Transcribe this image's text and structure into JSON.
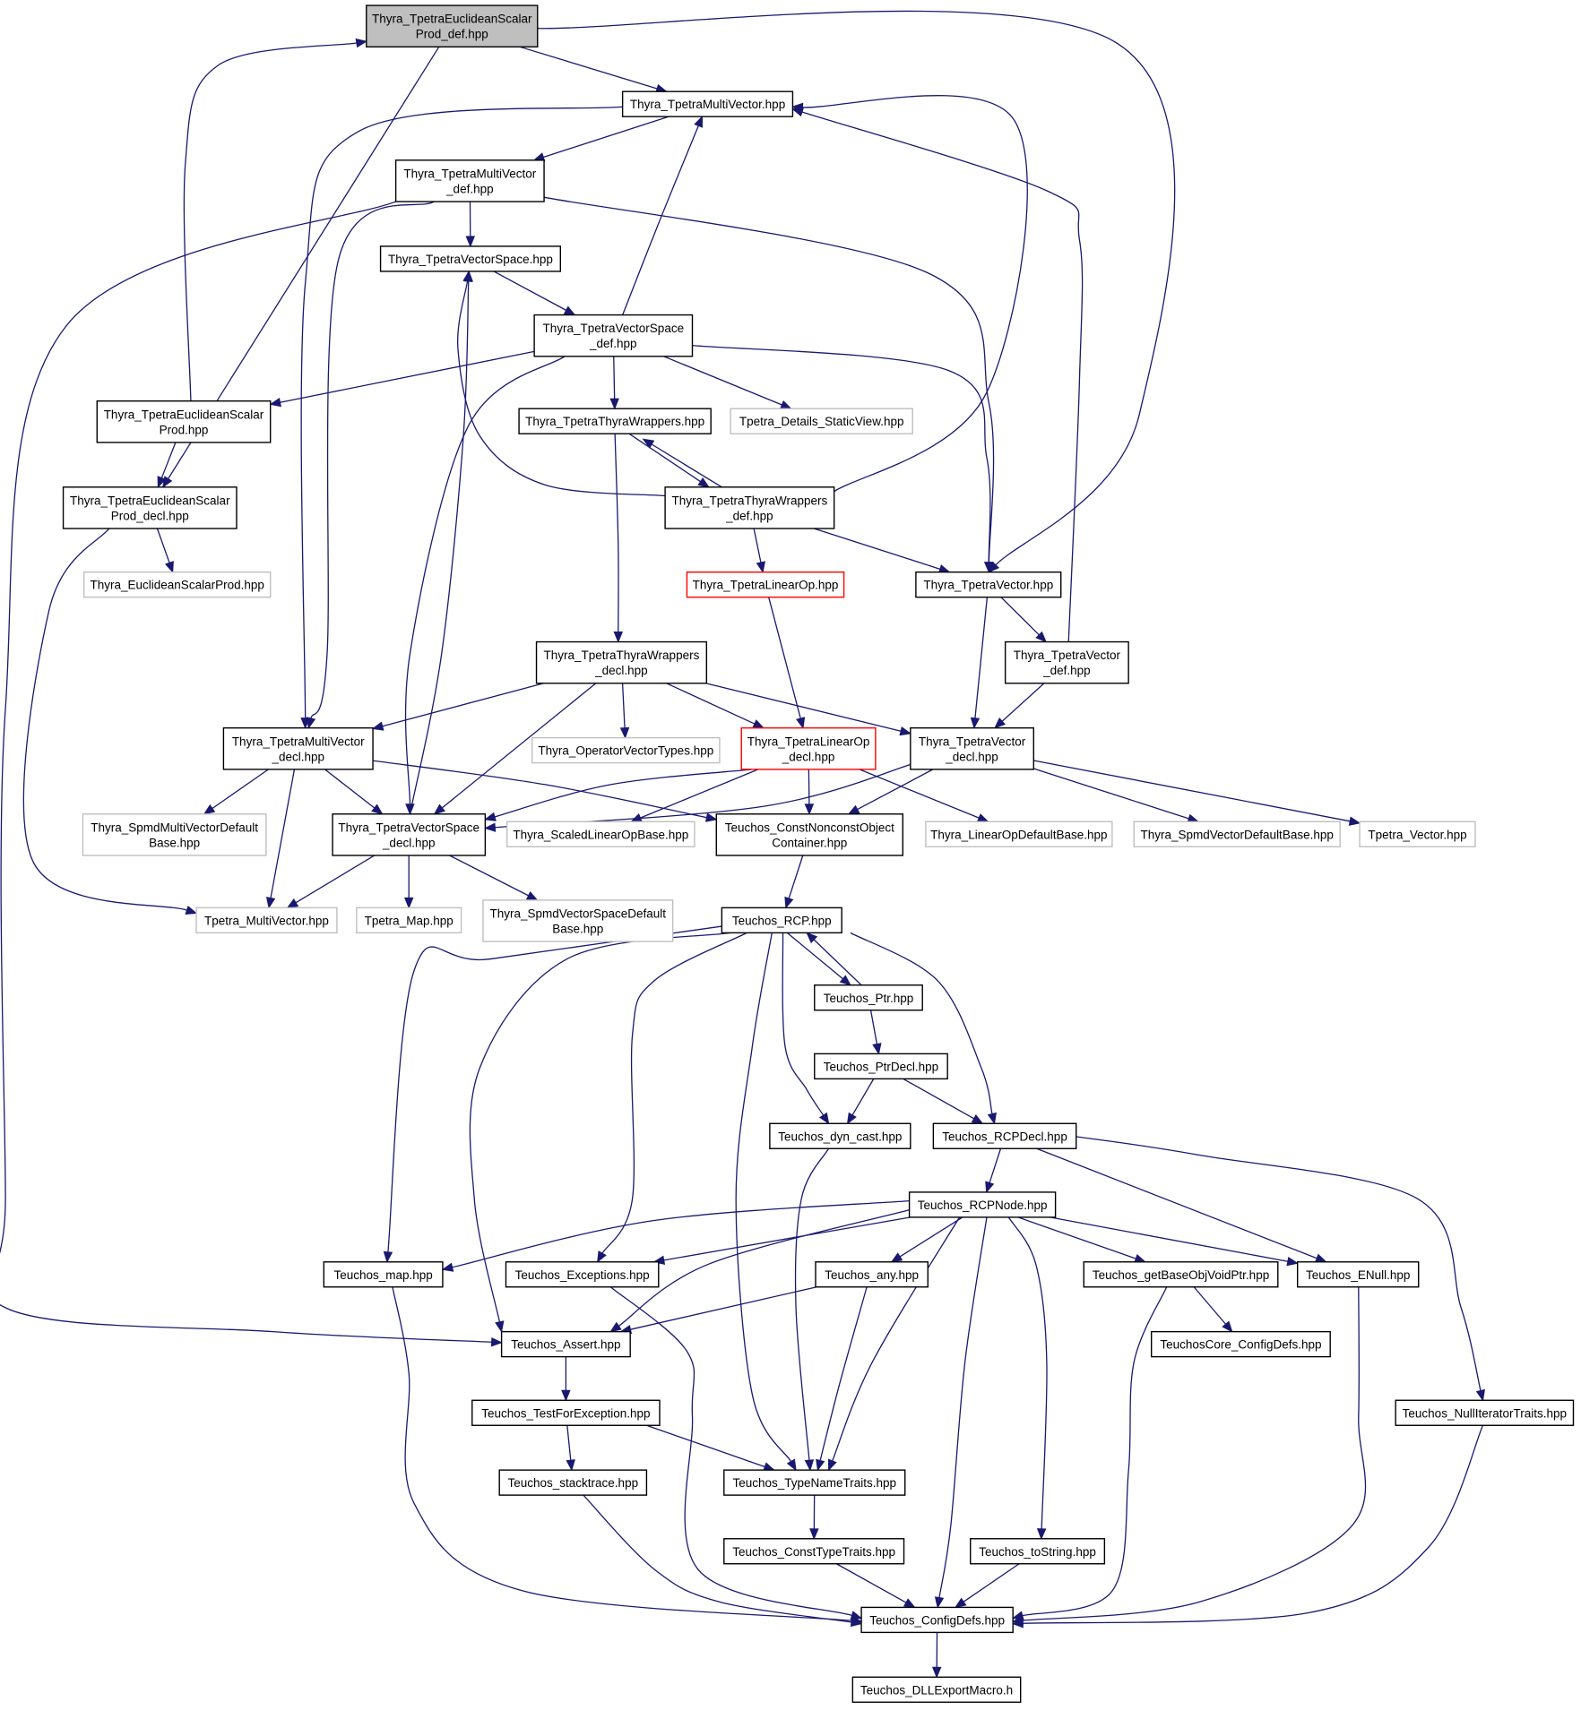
{
  "colors": {
    "edge": "#191970",
    "root_fill": "#bfbfbf",
    "normal_stroke": "#000000",
    "external_stroke": "#bfbfbf",
    "truncated_stroke": "#ff0000"
  },
  "nodes": [
    {
      "id": "n0",
      "lines": [
        "Thyra_TpetraEuclideanScalar",
        "Prod_def.hpp"
      ],
      "style": "root"
    },
    {
      "id": "n1",
      "lines": [
        "Thyra_TpetraMultiVector.hpp"
      ],
      "style": "normal"
    },
    {
      "id": "n2",
      "lines": [
        "Thyra_TpetraMultiVector",
        "_def.hpp"
      ],
      "style": "normal"
    },
    {
      "id": "n3",
      "lines": [
        "Thyra_TpetraVectorSpace.hpp"
      ],
      "style": "normal"
    },
    {
      "id": "n4",
      "lines": [
        "Thyra_TpetraVectorSpace",
        "_def.hpp"
      ],
      "style": "normal"
    },
    {
      "id": "n5",
      "lines": [
        "Thyra_TpetraEuclideanScalar",
        "Prod.hpp"
      ],
      "style": "normal"
    },
    {
      "id": "n6",
      "lines": [
        "Thyra_TpetraThyraWrappers.hpp"
      ],
      "style": "normal"
    },
    {
      "id": "n7",
      "lines": [
        "Tpetra_Details_StaticView.hpp"
      ],
      "style": "external"
    },
    {
      "id": "n8",
      "lines": [
        "Thyra_TpetraEuclideanScalar",
        "Prod_decl.hpp"
      ],
      "style": "normal"
    },
    {
      "id": "n9",
      "lines": [
        "Thyra_TpetraThyraWrappers",
        "_def.hpp"
      ],
      "style": "normal"
    },
    {
      "id": "n10",
      "lines": [
        "Thyra_EuclideanScalarProd.hpp"
      ],
      "style": "external"
    },
    {
      "id": "n11",
      "lines": [
        "Thyra_TpetraLinearOp.hpp"
      ],
      "style": "truncated"
    },
    {
      "id": "n12",
      "lines": [
        "Thyra_TpetraVector.hpp"
      ],
      "style": "normal"
    },
    {
      "id": "n13",
      "lines": [
        "Thyra_TpetraThyraWrappers",
        "_decl.hpp"
      ],
      "style": "normal"
    },
    {
      "id": "n14",
      "lines": [
        "Thyra_TpetraVector",
        "_def.hpp"
      ],
      "style": "normal"
    },
    {
      "id": "n15",
      "lines": [
        "Thyra_TpetraMultiVector",
        "_decl.hpp"
      ],
      "style": "normal"
    },
    {
      "id": "n16",
      "lines": [
        "Thyra_OperatorVectorTypes.hpp"
      ],
      "style": "external"
    },
    {
      "id": "n17",
      "lines": [
        "Thyra_TpetraLinearOp",
        "_decl.hpp"
      ],
      "style": "truncated"
    },
    {
      "id": "n18",
      "lines": [
        "Thyra_TpetraVector",
        "_decl.hpp"
      ],
      "style": "normal"
    },
    {
      "id": "n19",
      "lines": [
        "Thyra_SpmdMultiVectorDefault",
        "Base.hpp"
      ],
      "style": "external"
    },
    {
      "id": "n20",
      "lines": [
        "Thyra_TpetraVectorSpace",
        "_decl.hpp"
      ],
      "style": "normal"
    },
    {
      "id": "n21",
      "lines": [
        "Thyra_ScaledLinearOpBase.hpp"
      ],
      "style": "external"
    },
    {
      "id": "n22",
      "lines": [
        "Teuchos_ConstNonconstObject",
        "Container.hpp"
      ],
      "style": "normal"
    },
    {
      "id": "n23",
      "lines": [
        "Thyra_LinearOpDefaultBase.hpp"
      ],
      "style": "external"
    },
    {
      "id": "n24",
      "lines": [
        "Thyra_SpmdVectorDefaultBase.hpp"
      ],
      "style": "external"
    },
    {
      "id": "n25",
      "lines": [
        "Tpetra_Vector.hpp"
      ],
      "style": "external"
    },
    {
      "id": "n26",
      "lines": [
        "Tpetra_MultiVector.hpp"
      ],
      "style": "external"
    },
    {
      "id": "n27",
      "lines": [
        "Tpetra_Map.hpp"
      ],
      "style": "external"
    },
    {
      "id": "n28",
      "lines": [
        "Thyra_SpmdVectorSpaceDefault",
        "Base.hpp"
      ],
      "style": "external"
    },
    {
      "id": "n29",
      "lines": [
        "Teuchos_RCP.hpp"
      ],
      "style": "normal"
    },
    {
      "id": "n30",
      "lines": [
        "Teuchos_Ptr.hpp"
      ],
      "style": "normal"
    },
    {
      "id": "n31",
      "lines": [
        "Teuchos_PtrDecl.hpp"
      ],
      "style": "normal"
    },
    {
      "id": "n32",
      "lines": [
        "Teuchos_dyn_cast.hpp"
      ],
      "style": "normal"
    },
    {
      "id": "n33",
      "lines": [
        "Teuchos_RCPDecl.hpp"
      ],
      "style": "normal"
    },
    {
      "id": "n34",
      "lines": [
        "Teuchos_RCPNode.hpp"
      ],
      "style": "normal"
    },
    {
      "id": "n35",
      "lines": [
        "Teuchos_map.hpp"
      ],
      "style": "normal"
    },
    {
      "id": "n36",
      "lines": [
        "Teuchos_Exceptions.hpp"
      ],
      "style": "normal"
    },
    {
      "id": "n37",
      "lines": [
        "Teuchos_any.hpp"
      ],
      "style": "normal"
    },
    {
      "id": "n38",
      "lines": [
        "Teuchos_getBaseObjVoidPtr.hpp"
      ],
      "style": "normal"
    },
    {
      "id": "n39",
      "lines": [
        "Teuchos_ENull.hpp"
      ],
      "style": "normal"
    },
    {
      "id": "n40",
      "lines": [
        "Teuchos_Assert.hpp"
      ],
      "style": "normal"
    },
    {
      "id": "n41",
      "lines": [
        "TeuchosCore_ConfigDefs.hpp"
      ],
      "style": "normal"
    },
    {
      "id": "n42",
      "lines": [
        "Teuchos_TestForException.hpp"
      ],
      "style": "normal"
    },
    {
      "id": "n43",
      "lines": [
        "Teuchos_NullIteratorTraits.hpp"
      ],
      "style": "normal"
    },
    {
      "id": "n44",
      "lines": [
        "Teuchos_stacktrace.hpp"
      ],
      "style": "normal"
    },
    {
      "id": "n45",
      "lines": [
        "Teuchos_TypeNameTraits.hpp"
      ],
      "style": "normal"
    },
    {
      "id": "n46",
      "lines": [
        "Teuchos_ConstTypeTraits.hpp"
      ],
      "style": "normal"
    },
    {
      "id": "n47",
      "lines": [
        "Teuchos_toString.hpp"
      ],
      "style": "normal"
    },
    {
      "id": "n48",
      "lines": [
        "Teuchos_ConfigDefs.hpp"
      ],
      "style": "normal"
    },
    {
      "id": "n49",
      "lines": [
        "Teuchos_DLLExportMacro.h"
      ],
      "style": "normal"
    }
  ],
  "edges": [
    [
      "n0",
      "n1"
    ],
    [
      "n0",
      "n8"
    ],
    [
      "n0",
      "n12"
    ],
    [
      "n1",
      "n2"
    ],
    [
      "n1",
      "n15"
    ],
    [
      "n2",
      "n3"
    ],
    [
      "n2",
      "n15"
    ],
    [
      "n2",
      "n12"
    ],
    [
      "n2",
      "n40"
    ],
    [
      "n3",
      "n4"
    ],
    [
      "n4",
      "n1"
    ],
    [
      "n4",
      "n5"
    ],
    [
      "n4",
      "n6"
    ],
    [
      "n4",
      "n7"
    ],
    [
      "n4",
      "n12"
    ],
    [
      "n4",
      "n20"
    ],
    [
      "n5",
      "n0"
    ],
    [
      "n5",
      "n8"
    ],
    [
      "n6",
      "n9"
    ],
    [
      "n6",
      "n13"
    ],
    [
      "n8",
      "n10"
    ],
    [
      "n8",
      "n26"
    ],
    [
      "n9",
      "n6"
    ],
    [
      "n9",
      "n1"
    ],
    [
      "n9",
      "n3"
    ],
    [
      "n9",
      "n11"
    ],
    [
      "n9",
      "n12"
    ],
    [
      "n11",
      "n17"
    ],
    [
      "n12",
      "n14"
    ],
    [
      "n12",
      "n18"
    ],
    [
      "n13",
      "n15"
    ],
    [
      "n13",
      "n16"
    ],
    [
      "n13",
      "n17"
    ],
    [
      "n13",
      "n18"
    ],
    [
      "n13",
      "n20"
    ],
    [
      "n14",
      "n1"
    ],
    [
      "n14",
      "n18"
    ],
    [
      "n15",
      "n19"
    ],
    [
      "n15",
      "n20"
    ],
    [
      "n15",
      "n22"
    ],
    [
      "n15",
      "n26"
    ],
    [
      "n17",
      "n20"
    ],
    [
      "n17",
      "n21"
    ],
    [
      "n17",
      "n22"
    ],
    [
      "n17",
      "n23"
    ],
    [
      "n18",
      "n20"
    ],
    [
      "n18",
      "n22"
    ],
    [
      "n18",
      "n24"
    ],
    [
      "n18",
      "n25"
    ],
    [
      "n20",
      "n3"
    ],
    [
      "n20",
      "n26"
    ],
    [
      "n20",
      "n27"
    ],
    [
      "n20",
      "n28"
    ],
    [
      "n22",
      "n29"
    ],
    [
      "n29",
      "n30"
    ],
    [
      "n29",
      "n32"
    ],
    [
      "n29",
      "n33"
    ],
    [
      "n29",
      "n35"
    ],
    [
      "n29",
      "n36"
    ],
    [
      "n29",
      "n40"
    ],
    [
      "n29",
      "n45"
    ],
    [
      "n30",
      "n29"
    ],
    [
      "n30",
      "n31"
    ],
    [
      "n31",
      "n32"
    ],
    [
      "n31",
      "n33"
    ],
    [
      "n32",
      "n45"
    ],
    [
      "n33",
      "n34"
    ],
    [
      "n33",
      "n39"
    ],
    [
      "n33",
      "n43"
    ],
    [
      "n34",
      "n35"
    ],
    [
      "n34",
      "n36"
    ],
    [
      "n34",
      "n37"
    ],
    [
      "n34",
      "n38"
    ],
    [
      "n34",
      "n39"
    ],
    [
      "n34",
      "n40"
    ],
    [
      "n34",
      "n45"
    ],
    [
      "n34",
      "n47"
    ],
    [
      "n34",
      "n48"
    ],
    [
      "n35",
      "n48"
    ],
    [
      "n36",
      "n48"
    ],
    [
      "n37",
      "n40"
    ],
    [
      "n37",
      "n45"
    ],
    [
      "n38",
      "n41"
    ],
    [
      "n38",
      "n48"
    ],
    [
      "n39",
      "n48"
    ],
    [
      "n40",
      "n42"
    ],
    [
      "n42",
      "n44"
    ],
    [
      "n42",
      "n45"
    ],
    [
      "n43",
      "n48"
    ],
    [
      "n44",
      "n48"
    ],
    [
      "n45",
      "n46"
    ],
    [
      "n46",
      "n48"
    ],
    [
      "n47",
      "n48"
    ],
    [
      "n48",
      "n49"
    ]
  ]
}
